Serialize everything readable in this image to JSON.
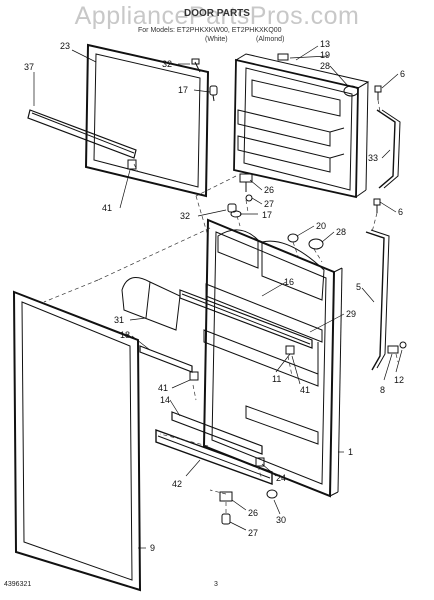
{
  "watermark": "AppliancePartsPros.com",
  "title": "DOOR PARTS",
  "subtitle_line1": "For Models: ET2PHKXKW00, ET2PHKXKQ00",
  "subtitle_line2_left": "(White)",
  "subtitle_line2_right": "(Almond)",
  "footer_left": "4396321",
  "footer_center": "3",
  "callouts": [
    {
      "id": "c23",
      "label": "23"
    },
    {
      "id": "c37",
      "label": "37"
    },
    {
      "id": "c32a",
      "label": "32"
    },
    {
      "id": "c17a",
      "label": "17"
    },
    {
      "id": "c13",
      "label": "13"
    },
    {
      "id": "c19",
      "label": "19"
    },
    {
      "id": "c28a",
      "label": "28"
    },
    {
      "id": "c6a",
      "label": "6"
    },
    {
      "id": "c33",
      "label": "33"
    },
    {
      "id": "c41a",
      "label": "41"
    },
    {
      "id": "c26a",
      "label": "26"
    },
    {
      "id": "c27a",
      "label": "27"
    },
    {
      "id": "c32b",
      "label": "32"
    },
    {
      "id": "c17b",
      "label": "17"
    },
    {
      "id": "c6b",
      "label": "6"
    },
    {
      "id": "c20",
      "label": "20"
    },
    {
      "id": "c28b",
      "label": "28"
    },
    {
      "id": "c16",
      "label": "16"
    },
    {
      "id": "c5",
      "label": "5"
    },
    {
      "id": "c31",
      "label": "31"
    },
    {
      "id": "c29",
      "label": "29"
    },
    {
      "id": "c18",
      "label": "18"
    },
    {
      "id": "c41b",
      "label": "41"
    },
    {
      "id": "c11",
      "label": "11"
    },
    {
      "id": "c41c",
      "label": "41"
    },
    {
      "id": "c14",
      "label": "14"
    },
    {
      "id": "c8",
      "label": "8"
    },
    {
      "id": "c12",
      "label": "12"
    },
    {
      "id": "c1",
      "label": "1"
    },
    {
      "id": "c42",
      "label": "42"
    },
    {
      "id": "c24",
      "label": "24"
    },
    {
      "id": "c26b",
      "label": "26"
    },
    {
      "id": "c30",
      "label": "30"
    },
    {
      "id": "c27b",
      "label": "27"
    },
    {
      "id": "c9",
      "label": "9"
    }
  ]
}
